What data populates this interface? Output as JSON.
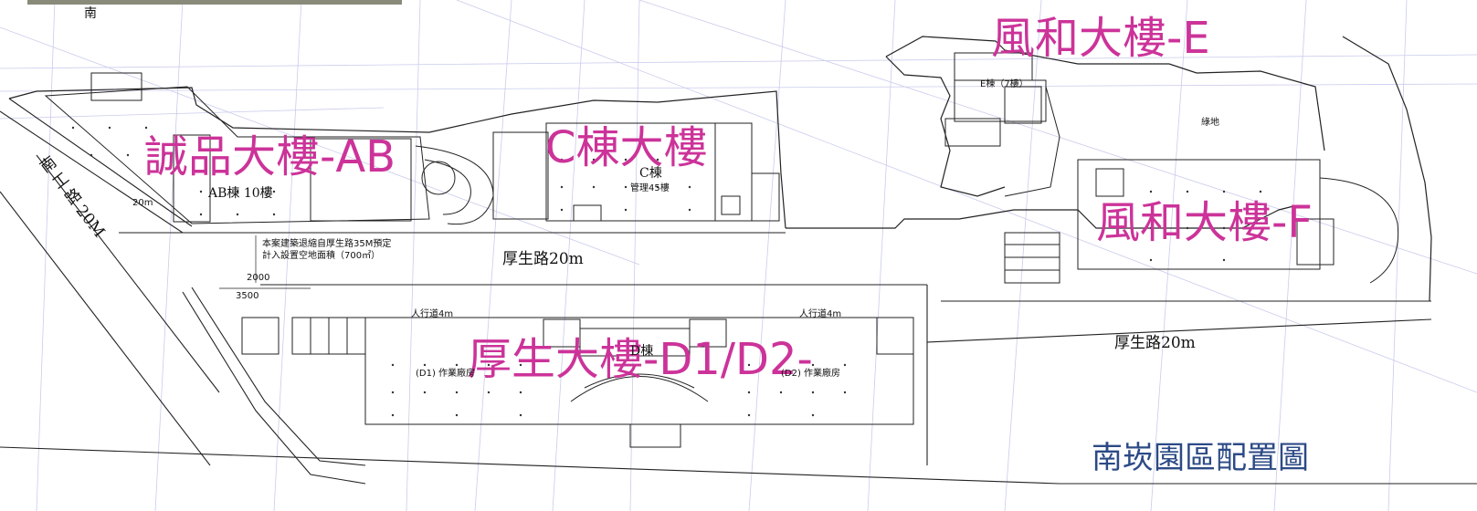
{
  "map": {
    "title": "南崁園區配置圖",
    "buildings": {
      "ab": "誠品大樓-AB",
      "c": "C棟大樓",
      "e": "風和大樓-E",
      "f": "風和大樓-F",
      "d": "厚生大樓-D1/D2-"
    },
    "roads": {
      "housheng_main": "厚生路20m",
      "housheng_east": "厚生路20m",
      "nangong": "南 工 路 20M",
      "nan_top": "南"
    },
    "floor_labels": {
      "ab": "AB棟 10樓",
      "c": "C棟",
      "c_sub": "管理45樓",
      "e": "E棟（7樓）",
      "d": "D棟",
      "d1": "(D1) 作業廠房",
      "d2": "(D2) 作業廠房",
      "green": "綠地",
      "walk_left": "人行道4m",
      "walk_right": "人行道4m",
      "note_line1": "本案建築退縮自厚生路35M預定",
      "note_line2": "計入設置空地面積（700㎡）",
      "dim_2000": "2000",
      "dim_3500": "3500",
      "width_20m": "20m"
    }
  }
}
